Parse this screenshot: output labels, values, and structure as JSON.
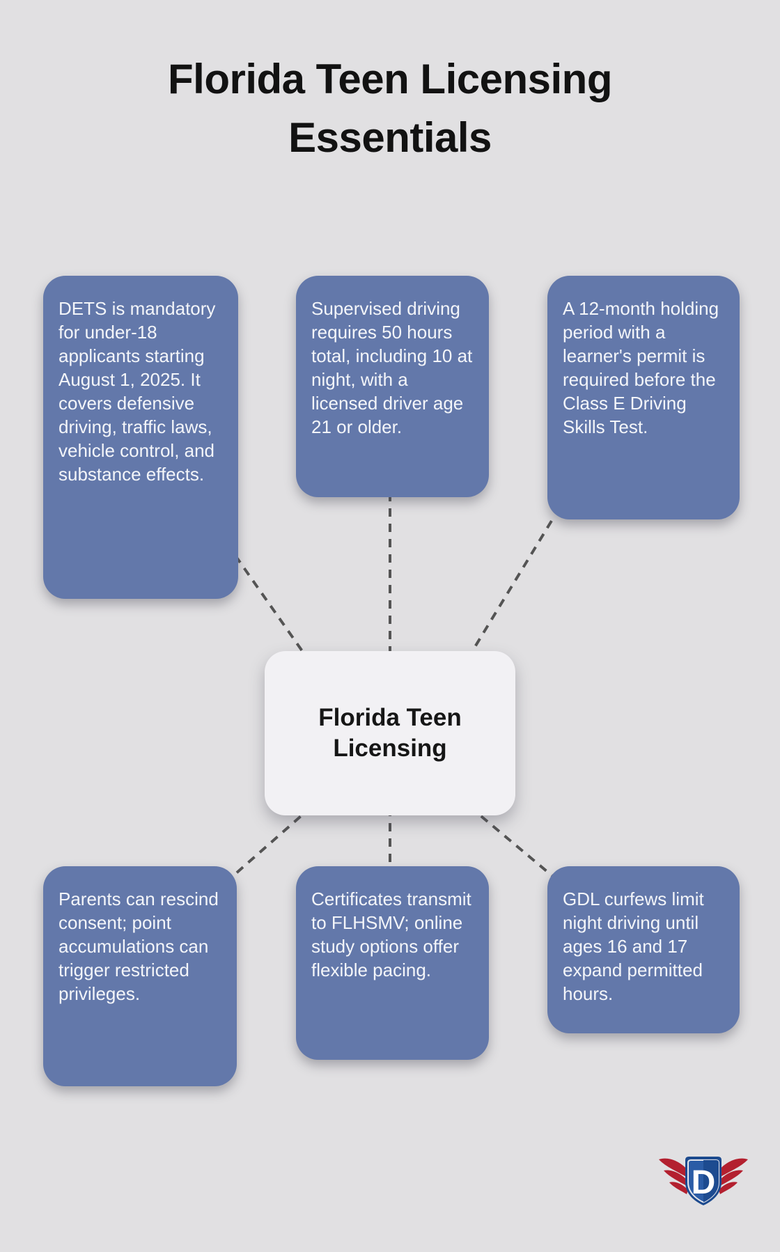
{
  "title": "Florida Teen Licensing Essentials",
  "center": {
    "label": "Florida Teen Licensing"
  },
  "cards": [
    {
      "id": "dets-requirement",
      "text": "DETS is mandatory for under-18 applicants starting August 1, 2025. It covers defensive driving, traffic laws, vehicle control, and substance effects."
    },
    {
      "id": "supervised-driving",
      "text": "Supervised driving requires 50 hours total, including 10 at night, with a licensed driver age 21 or older."
    },
    {
      "id": "holding-period",
      "text": "A 12-month holding period with a learner's permit is required before the Class E Driving Skills Test."
    },
    {
      "id": "parental-consent",
      "text": "Parents can rescind consent; point accumulations can trigger restricted privileges."
    },
    {
      "id": "certificates",
      "text": "Certificates transmit to FLHSMV; online study options offer flexible pacing."
    },
    {
      "id": "gdl-curfews",
      "text": "GDL curfews limit night driving until ages 16 and 17 expand permitted hours."
    }
  ],
  "logo": {
    "letter": "D"
  },
  "colors": {
    "background": "#e1e0e2",
    "card_blue": "#6378aa",
    "card_text": "#f3f5f9",
    "center_bg": "#f2f1f4",
    "title_text": "#121212",
    "connector_gray": "#545454",
    "logo_shield_dark": "#1c4a8e",
    "logo_shield_light": "#2b5ca6",
    "logo_wing_red": "#b3202f"
  }
}
